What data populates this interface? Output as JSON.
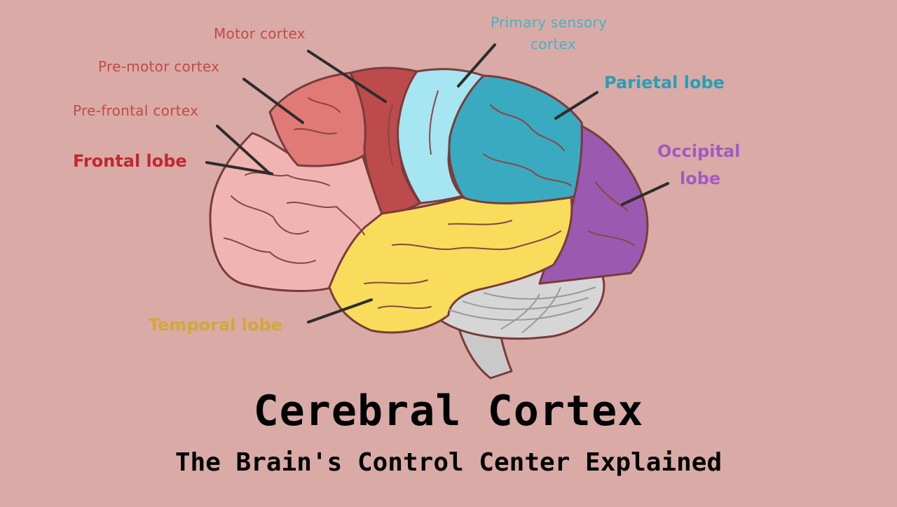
{
  "title": "Cerebral Cortex",
  "subtitle": "The Brain's Control Center Explained",
  "labels": {
    "motor": "Motor cortex",
    "premotor": "Pre-motor cortex",
    "prefrontal": "Pre-frontal cortex",
    "frontal": "Frontal lobe",
    "primary_sensory_1": "Primary sensory",
    "primary_sensory_2": "cortex",
    "parietal": "Parietal lobe",
    "occipital_1": "Occipital",
    "occipital_2": "lobe",
    "temporal": "Temporal lobe"
  },
  "colors": {
    "background": "#d9aaa6",
    "frontal": "#f0b5b2",
    "prefrontal_label": "#c24a4a",
    "premotor": "#e07a76",
    "motor": "#bd4b4b",
    "primary_sensory": "#a6e6f3",
    "parietal": "#3aaac0",
    "occipital": "#9b5ab0",
    "temporal": "#f9dc5c",
    "cerebellum": "#d6d6d6",
    "frontal_label": "#c0292f",
    "temporal_label": "#d4a73a",
    "parietal_label": "#2a9fb3",
    "occipital_label": "#a35ac0",
    "sensory_label": "#4ab0c4"
  }
}
